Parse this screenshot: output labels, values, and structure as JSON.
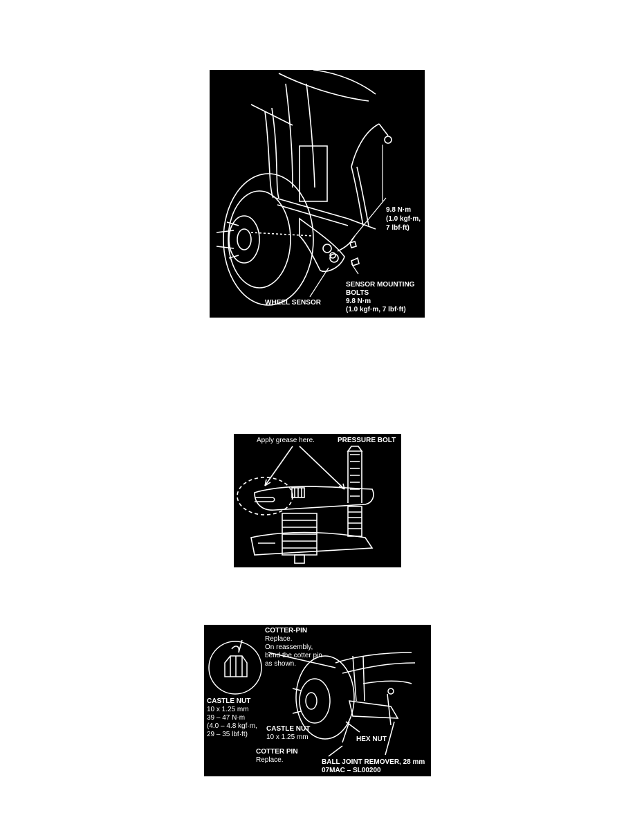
{
  "figure1": {
    "torque_top": [
      "9.8 N·m",
      "(1.0 kgf·m,",
      "7 lbf·ft)"
    ],
    "sensor_bolts": [
      "SENSOR MOUNTING",
      "BOLTS",
      "9.8 N·m",
      "(1.0 kgf·m, 7 lbf·ft)"
    ],
    "wheel_sensor": "WHEEL SENSOR"
  },
  "figure2": {
    "grease": "Apply grease here.",
    "pressure_bolt": "PRESSURE BOLT"
  },
  "figure3": {
    "cotter_pin_top": [
      "COTTER-PIN",
      "Replace.",
      "On reassembly,",
      "bend the cotter pin",
      "as shown."
    ],
    "castle_nut_left": [
      "CASTLE NUT",
      "10 x 1.25 mm",
      "39 – 47 N·m",
      "(4.0 – 4.8 kgf·m,",
      "29 – 35 lbf·ft)"
    ],
    "castle_nut_mid": [
      "CASTLE NUT",
      "10 x 1.25 mm"
    ],
    "hex_nut": "HEX NUT",
    "cotter_pin_bottom": [
      "COTTER PIN",
      "Replace."
    ],
    "ball_joint": [
      "BALL JOINT REMOVER, 28 mm",
      "07MAC – SL00200"
    ]
  }
}
